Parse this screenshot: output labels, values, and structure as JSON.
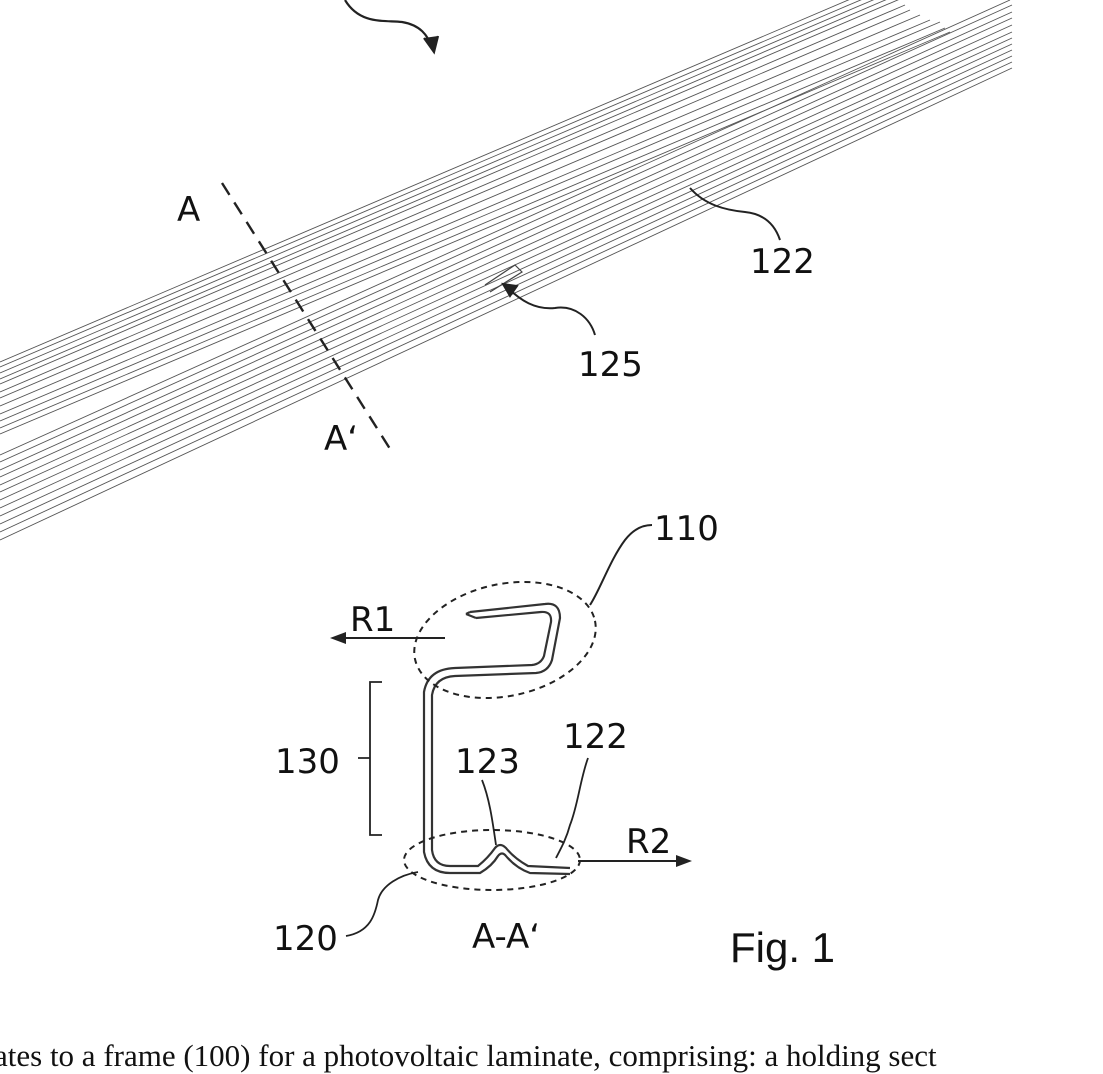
{
  "figure": {
    "caption": "Fig. 1",
    "labels": {
      "section_a_top": "A",
      "section_a_bottom": "A‘",
      "ref_122_top": "122",
      "ref_125": "125",
      "ref_110": "110",
      "ref_r1": "R1",
      "ref_130": "130",
      "ref_123": "123",
      "ref_122_bottom": "122",
      "ref_r2": "R2",
      "ref_120": "120",
      "section_view": "A-A‘"
    }
  },
  "footer_text": "ates to a frame (100) for a photovoltaic laminate, comprising: a holding sect"
}
